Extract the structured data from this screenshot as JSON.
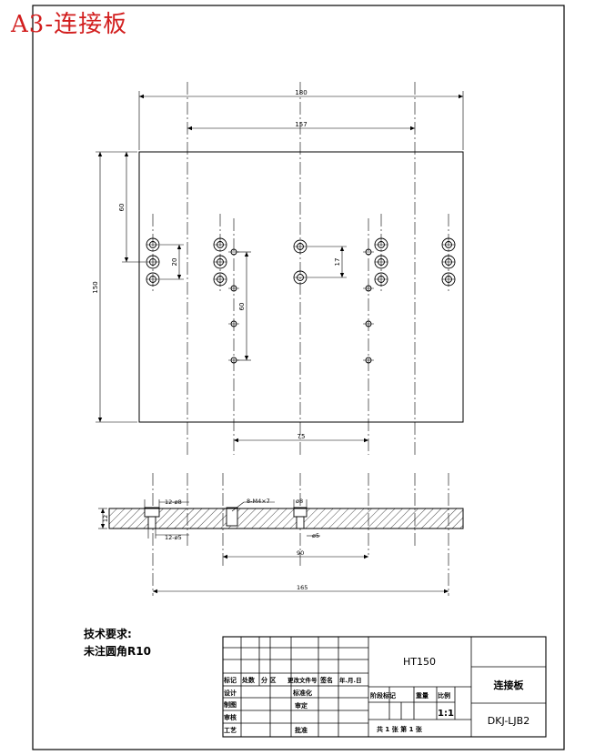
{
  "title": "A3-连接板",
  "dimensions": {
    "overall_width": "180",
    "hole_span": "157",
    "height_60": "60",
    "height_150": "150",
    "pitch_20": "20",
    "pitch_17": "17",
    "vertical_60": "60",
    "span_75": "75",
    "thickness": "12",
    "counterbore_top": "12-ø8",
    "counterbore_bottom": "12-ø5",
    "thread_callout": "8-M4×7",
    "bore_top": "ø8",
    "bore_bottom": "ø5",
    "span_90": "90",
    "span_165": "165"
  },
  "notes": {
    "heading": "技术要求:",
    "line1": "未注圆角R10"
  },
  "title_block": {
    "material": "HT150",
    "part_name": "连接板",
    "drawing_no": "DKJ-LJB2",
    "scale": "1:1",
    "header": {
      "mark": "标记",
      "count": "处数",
      "zone": "分 区",
      "change_doc": "更改文件号",
      "signature": "签名",
      "date": "年.月.日"
    },
    "roles": {
      "design": "设计",
      "draft": "制图",
      "check": "审核",
      "process": "工艺",
      "standardize": "标准化",
      "review": "审定",
      "approve": "批准"
    },
    "stage_mark": "阶段标记",
    "weight": "重量",
    "scale_label": "比例",
    "sheets": "共  1  张  第  1  张"
  }
}
